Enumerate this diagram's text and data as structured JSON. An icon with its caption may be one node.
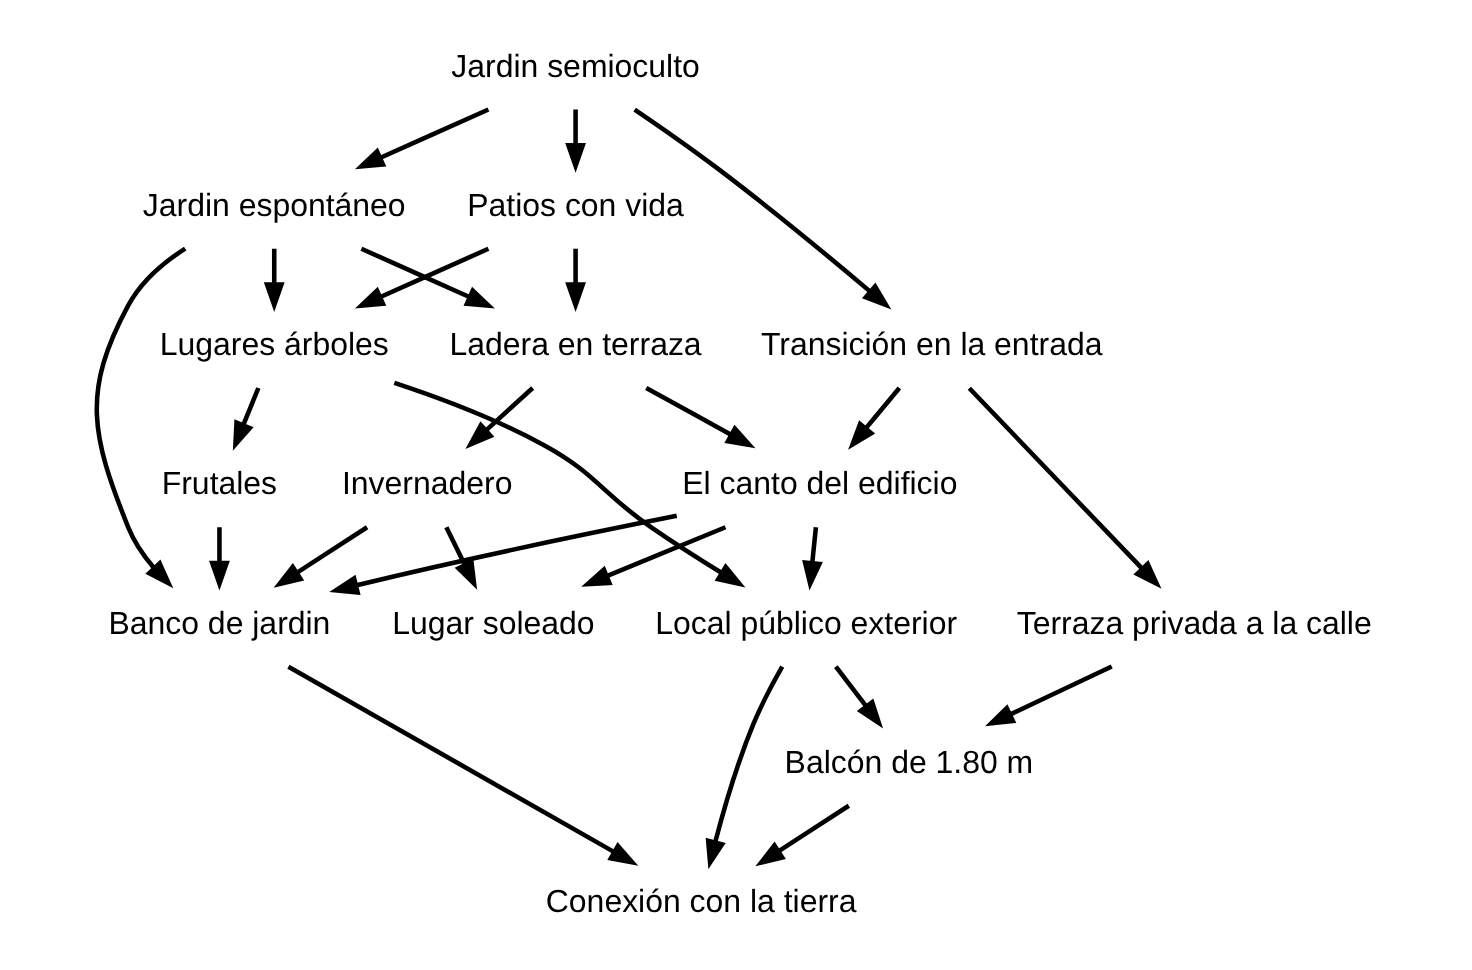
{
  "diagram": {
    "nodes": [
      {
        "text": [
          "Jardin semioculto"
        ]
      },
      {
        "text": [
          "Patios con vida"
        ]
      },
      {
        "text": [
          "Jardin espontáneo"
        ]
      },
      {
        "text": [
          "Transición en la entrada"
        ]
      },
      {
        "text": [
          "Ladera en terraza"
        ]
      },
      {
        "text": [
          "Lugares árboles"
        ]
      },
      {
        "text": [
          "El canto del edificio"
        ]
      },
      {
        "text": [
          "Terraza privada a la calle"
        ]
      },
      {
        "text": [
          "Frutales"
        ]
      },
      {
        "text": [
          "Invernadero"
        ]
      },
      {
        "text": [
          "Local público exterior"
        ]
      },
      {
        "text": [
          "Banco de jardin"
        ]
      },
      {
        "text": [
          "Lugar soleado"
        ]
      },
      {
        "text": [
          "Balcón de 1.80 m"
        ]
      },
      {
        "text": [
          "Conexión con la tierra"
        ]
      }
    ],
    "edges": [
      {
        "from": 0,
        "to": 1,
        "arrow": "to"
      },
      {
        "from": 0,
        "to": 2,
        "arrow": "to"
      },
      {
        "from": 0,
        "to": 3,
        "arrow": "to"
      },
      {
        "from": 1,
        "to": 5,
        "arrow": "to"
      },
      {
        "from": 1,
        "to": 4,
        "arrow": "to"
      },
      {
        "from": 2,
        "to": 5,
        "arrow": "to"
      },
      {
        "from": 2,
        "to": 4,
        "arrow": "to"
      },
      {
        "from": 2,
        "to": 11,
        "arrow": "to"
      },
      {
        "from": 3,
        "to": 6,
        "arrow": "to"
      },
      {
        "from": 3,
        "to": 7,
        "arrow": "to"
      },
      {
        "from": 4,
        "to": 6,
        "arrow": "to"
      },
      {
        "from": 4,
        "to": 9,
        "arrow": "to"
      },
      {
        "from": 5,
        "to": 8,
        "arrow": "to"
      },
      {
        "from": 5,
        "to": 10,
        "arrow": "to"
      },
      {
        "from": 6,
        "to": 11,
        "arrow": "to"
      },
      {
        "from": 6,
        "to": 12,
        "arrow": "to"
      },
      {
        "from": 6,
        "to": 10,
        "arrow": "to"
      },
      {
        "from": 8,
        "to": 11,
        "arrow": "to"
      },
      {
        "from": 9,
        "to": 11,
        "arrow": "to"
      },
      {
        "from": 9,
        "to": 12,
        "arrow": "to"
      },
      {
        "from": 7,
        "to": 13,
        "arrow": "to"
      },
      {
        "from": 10,
        "to": 13,
        "arrow": "to"
      },
      {
        "from": 10,
        "to": 14,
        "arrow": "to"
      },
      {
        "from": 13,
        "to": 14,
        "arrow": "to"
      },
      {
        "from": 11,
        "to": 14,
        "arrow": "to"
      }
    ]
  }
}
